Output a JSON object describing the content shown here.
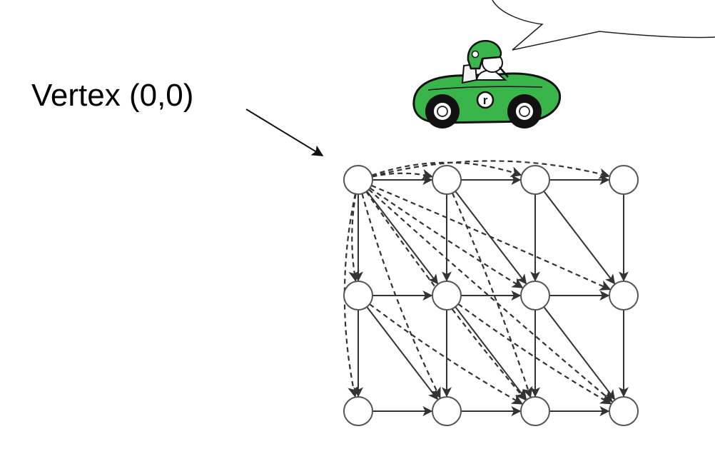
{
  "annotation": {
    "label": "Vertex (0,0)"
  },
  "graph": {
    "rows": 3,
    "cols": 4,
    "node_fill": "#ffffff",
    "node_stroke": "#555555",
    "edge_color": "#333333"
  },
  "car": {
    "body_color": "#3ab54a",
    "outline_color": "#111111",
    "badge_letter": "r"
  },
  "colors": {
    "background": "#ffffff",
    "text": "#000000"
  }
}
